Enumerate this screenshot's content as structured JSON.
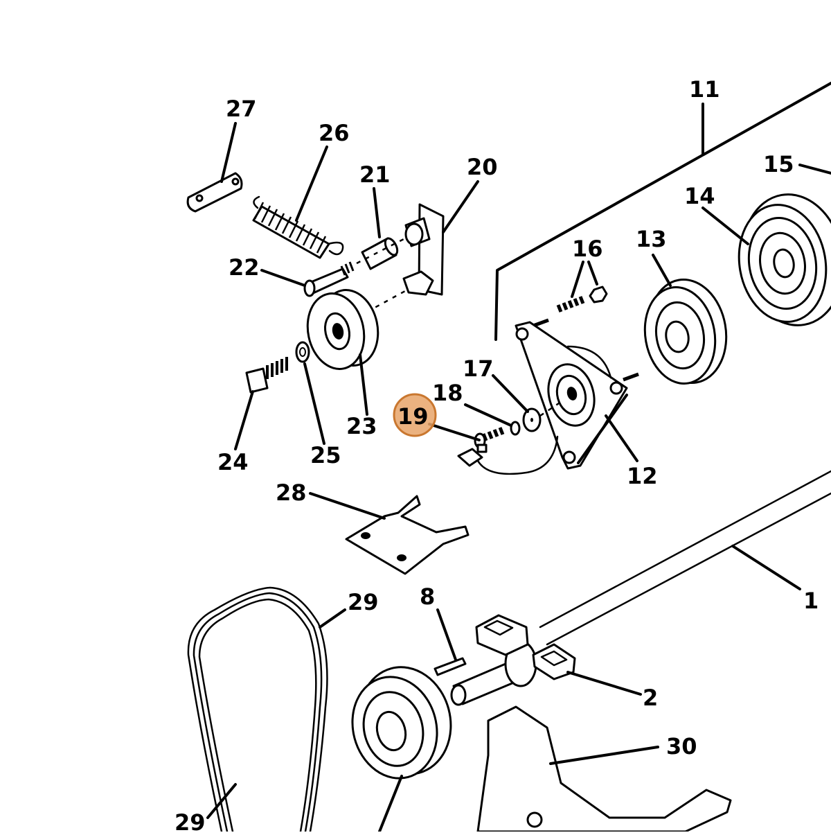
{
  "highlight": {
    "color": "#e8a56a",
    "stroke": "#c9772f",
    "callout": "19"
  },
  "callouts": {
    "c1": "1",
    "c2": "2",
    "c8": "8",
    "c11": "11",
    "c12": "12",
    "c13": "13",
    "c14": "14",
    "c15": "15",
    "c16": "16",
    "c17": "17",
    "c18": "18",
    "c19": "19",
    "c20": "20",
    "c21": "21",
    "c22": "22",
    "c23": "23",
    "c24": "24",
    "c25": "25",
    "c26": "26",
    "c27": "27",
    "c28": "28",
    "c29a": "29",
    "c29b": "29",
    "c30": "30"
  }
}
